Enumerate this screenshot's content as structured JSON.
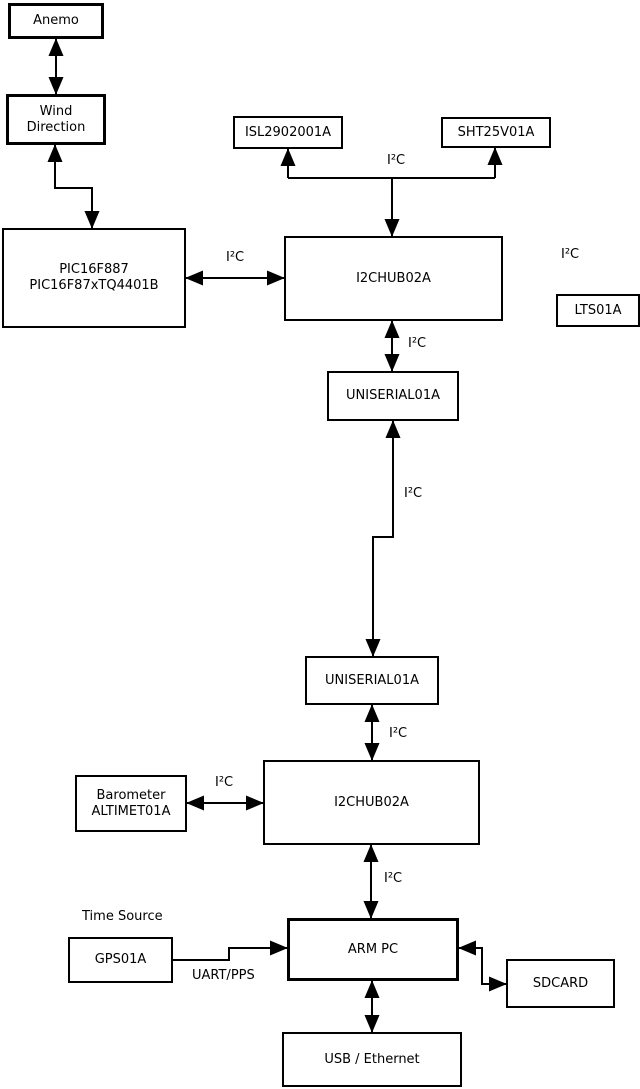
{
  "diagram": {
    "nodes": {
      "anemo": {
        "label": "Anemo"
      },
      "wind_direction": {
        "line1": "Wind",
        "line2": "Direction"
      },
      "pic": {
        "line1": "PIC16F887",
        "line2": "PIC16F87xTQ4401B"
      },
      "isl": {
        "label": "ISL2902001A"
      },
      "sht": {
        "label": "SHT25V01A"
      },
      "i2chub_top": {
        "label": "I2CHUB02A"
      },
      "lts": {
        "label": "LTS01A"
      },
      "uniserial_top": {
        "label": "UNISERIAL01A"
      },
      "uniserial_bottom": {
        "label": "UNISERIAL01A"
      },
      "barometer": {
        "line1": "Barometer",
        "line2": "ALTIMET01A"
      },
      "i2chub_bottom": {
        "label": "I2CHUB02A"
      },
      "arm_pc": {
        "label": "ARM PC"
      },
      "gps": {
        "label": "GPS01A"
      },
      "sdcard": {
        "label": "SDCARD"
      },
      "usb_ethernet": {
        "label": "USB / Ethernet"
      }
    },
    "edge_labels": {
      "i2c": "I²C",
      "uart_pps": "UART/PPS",
      "time_source": "Time Source"
    },
    "colors": {
      "line": "#000000",
      "background": "#ffffff",
      "text": "#000000"
    }
  }
}
